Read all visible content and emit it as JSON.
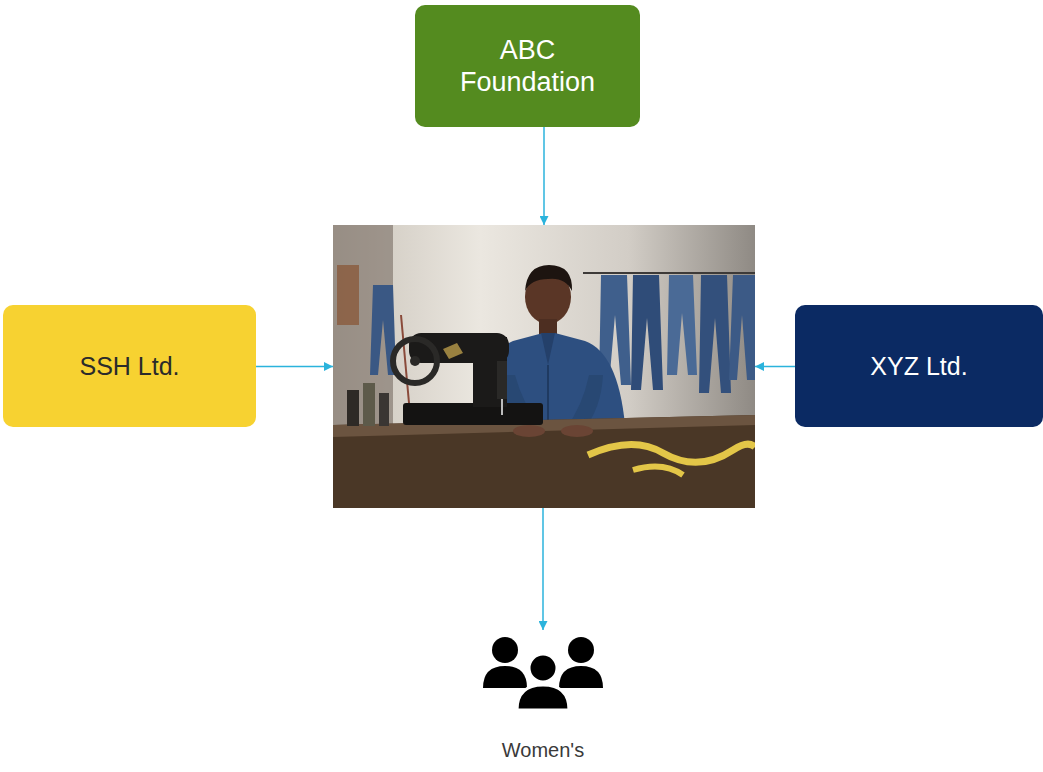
{
  "diagram": {
    "nodes": [
      {
        "text": [
          "ABC Foundation"
        ]
      },
      {
        "text": [
          "SSH Ltd."
        ]
      },
      {
        "text": []
      },
      {
        "text": [
          "XYZ Ltd."
        ]
      },
      {
        "text": [
          "Women's"
        ]
      }
    ],
    "edges": [
      {
        "from": 0,
        "to": 2,
        "arrow": "to"
      },
      {
        "from": 1,
        "to": 2,
        "arrow": "to"
      },
      {
        "from": 3,
        "to": 2,
        "arrow": "to"
      },
      {
        "from": 2,
        "to": 4,
        "arrow": "to"
      }
    ]
  }
}
